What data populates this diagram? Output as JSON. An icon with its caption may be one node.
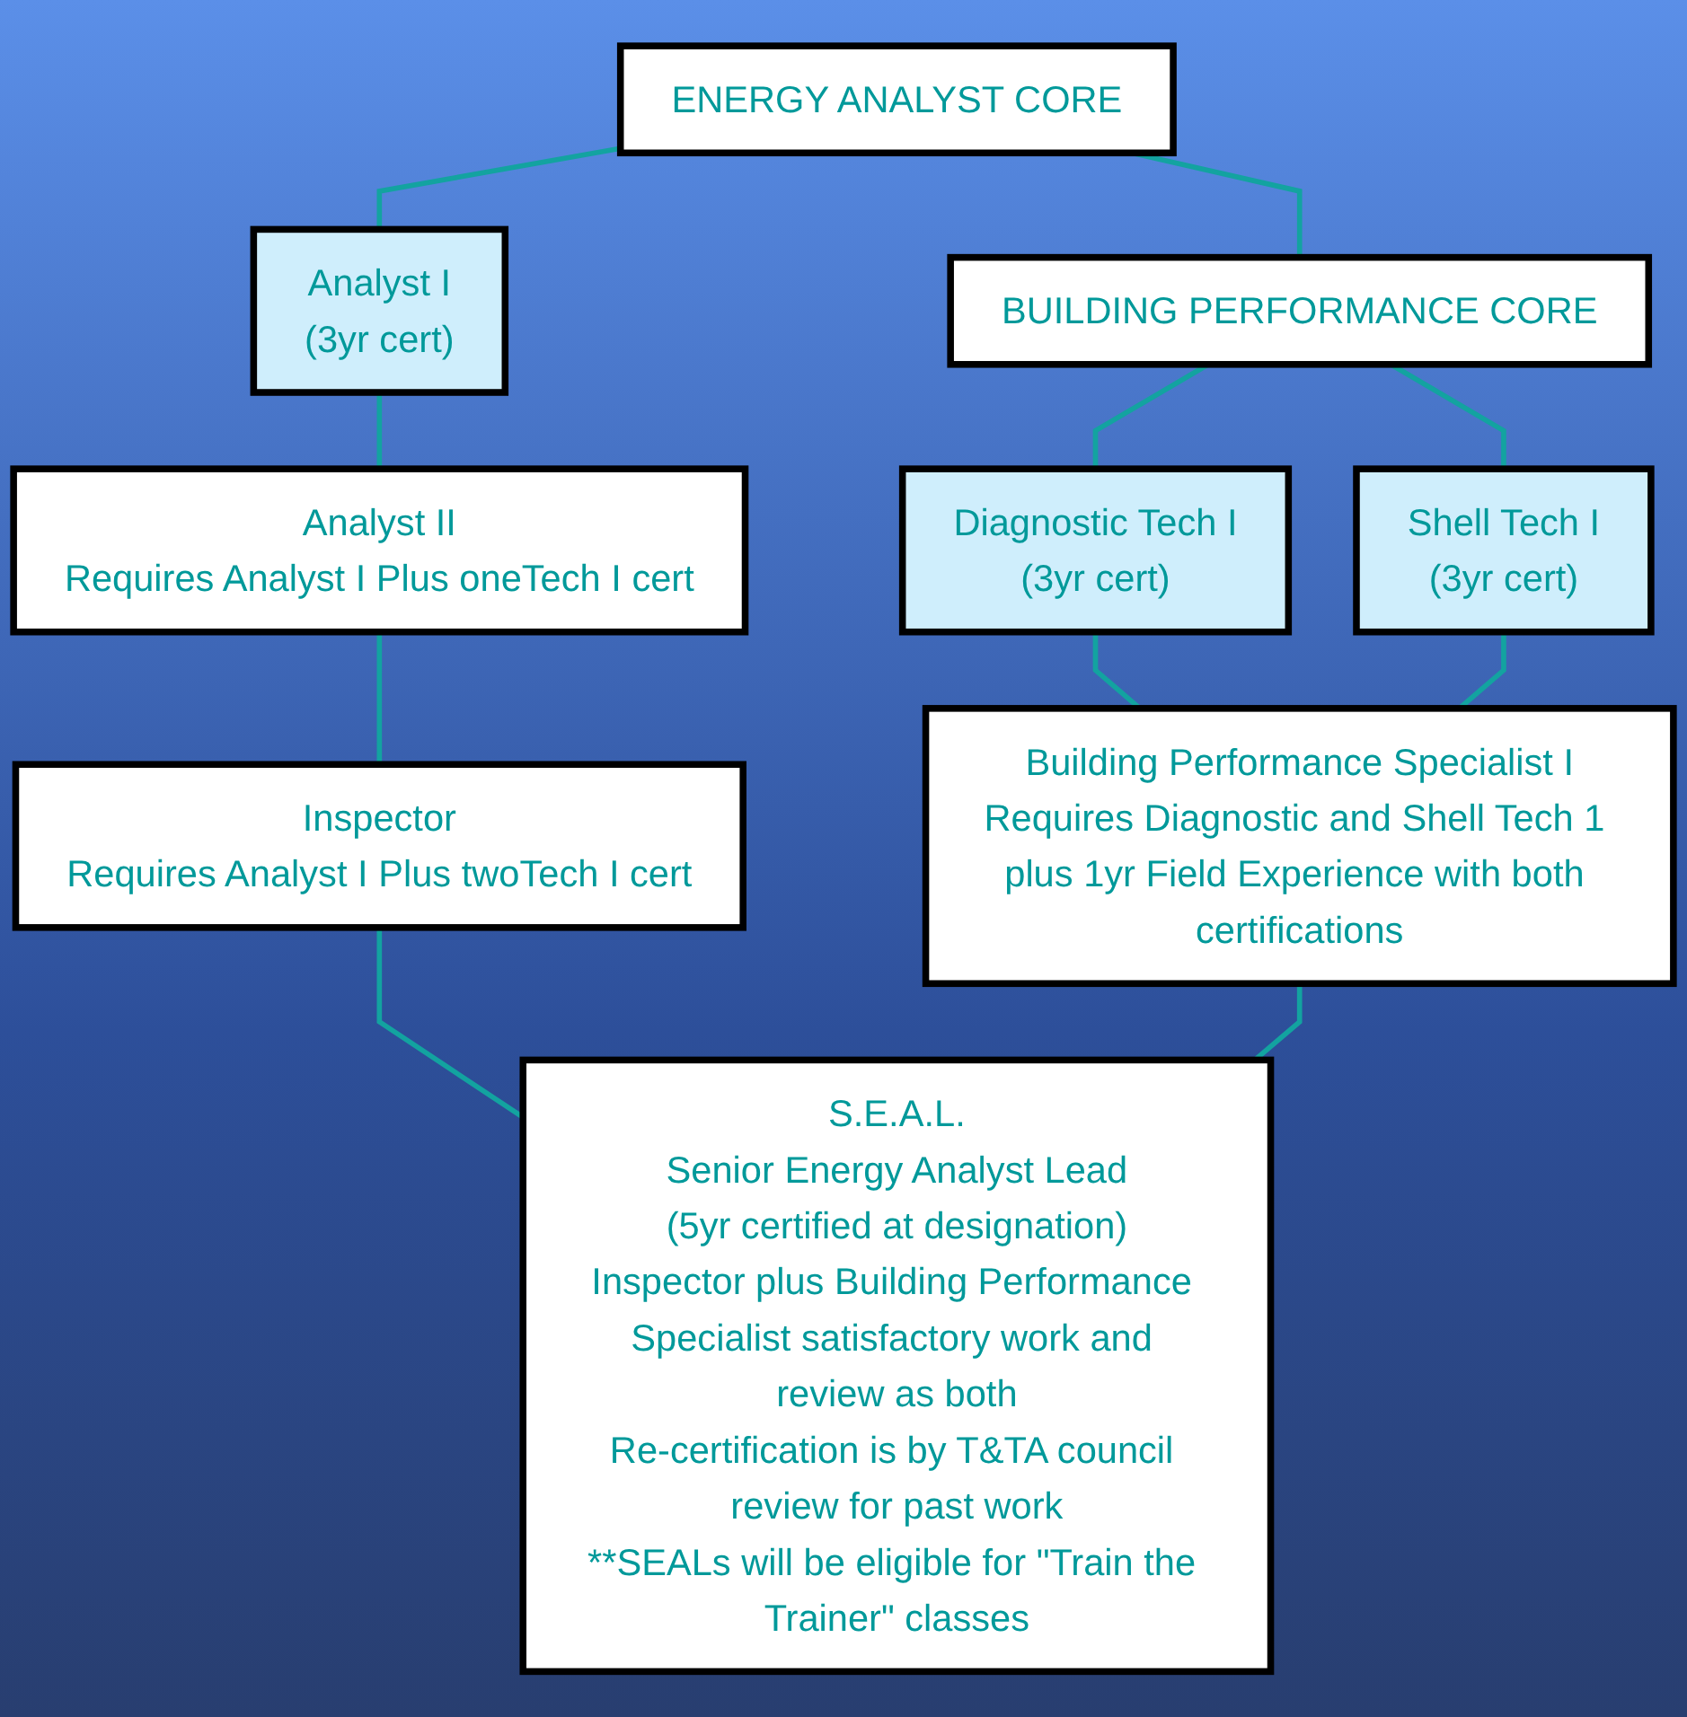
{
  "diagram": {
    "nodes": [
      {
        "text": [
          "ENERGY ANALYST CORE"
        ]
      },
      {
        "text": [
          "BUILDING PERFORMANCE CORE"
        ]
      },
      {
        "text": [
          "Analyst I",
          "(3yr cert)"
        ]
      },
      {
        "text": [
          "Diagnostic Tech I",
          "(3yr cert)"
        ]
      },
      {
        "text": [
          "Shell Tech I",
          "(3yr cert)"
        ]
      },
      {
        "text": [
          "Analyst II",
          "Requires Analyst I Plus oneTech I cert"
        ]
      },
      {
        "text": [
          "Inspector",
          "Requires Analyst I Plus twoTech I cert"
        ]
      },
      {
        "text": [
          "Building Performance Specialist I",
          "Requires Diagnostic and Shell Tech 1 plus 1yr Field Experience with both certifications"
        ]
      },
      {
        "text": [
          "S.E.A.L.",
          "Senior Energy Analyst Lead",
          "(5yr certified at designation)",
          "Inspector plus Building Performance Specialist satisfactory work and review as both",
          "Re-certification is by T&TA council review for past work",
          "**SEALs will be eligible for \"Train the Trainer\" classes"
        ]
      }
    ],
    "edges": [
      {
        "from": 0,
        "to": 1,
        "arrow": "none"
      },
      {
        "from": 0,
        "to": 2,
        "arrow": "none"
      },
      {
        "from": 1,
        "to": 3,
        "arrow": "none"
      },
      {
        "from": 1,
        "to": 4,
        "arrow": "none"
      },
      {
        "from": 2,
        "to": 5,
        "arrow": "none"
      },
      {
        "from": 5,
        "to": 6,
        "arrow": "none"
      },
      {
        "from": 3,
        "to": 7,
        "arrow": "none"
      },
      {
        "from": 4,
        "to": 7,
        "arrow": "none"
      },
      {
        "from": 6,
        "to": 8,
        "arrow": "none"
      },
      {
        "from": 7,
        "to": 8,
        "arrow": "none"
      }
    ]
  }
}
